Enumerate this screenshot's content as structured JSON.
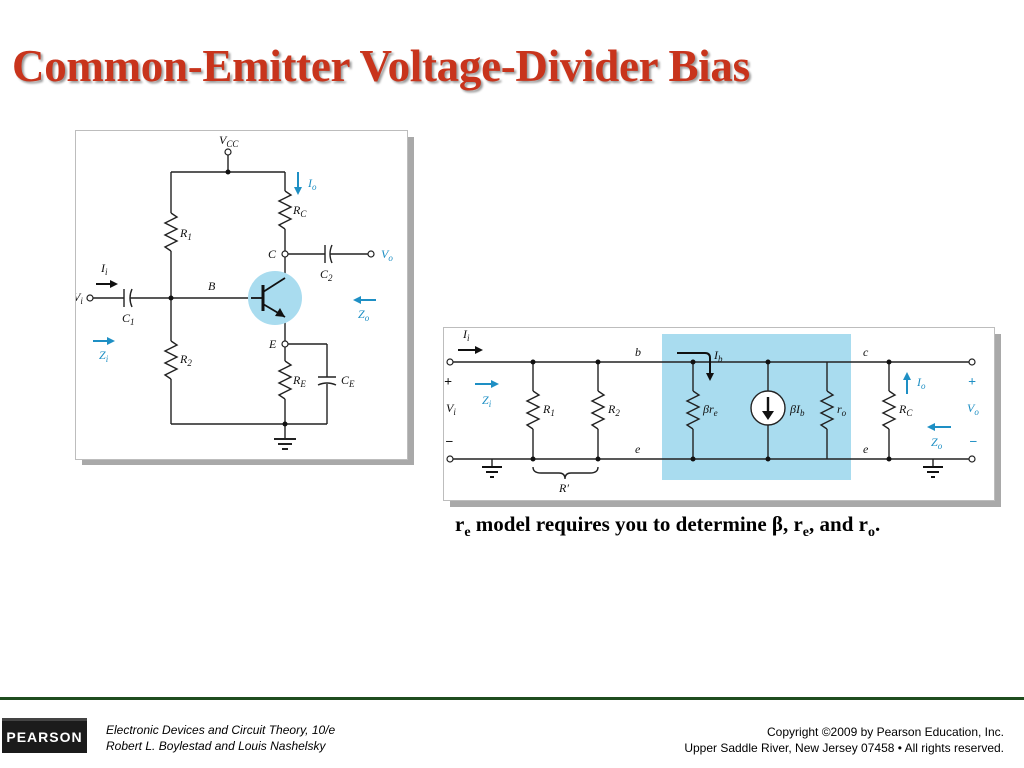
{
  "title": "Common-Emitter Voltage-Divider Bias",
  "caption": {
    "part1": "r",
    "sub1": "e",
    "part2": " model requires you to determine β, r",
    "sub2": "e",
    "part3": ", and r",
    "sub3": "o",
    "part4": "."
  },
  "left_circuit": {
    "vcc": "V",
    "vcc_sub": "CC",
    "io": "I",
    "io_sub": "o",
    "rc": "R",
    "rc_sub": "C",
    "r1": "R",
    "r1_sub": "1",
    "c": "C",
    "vo": "V",
    "vo_sub": "o",
    "c2": "C",
    "c2_sub": "2",
    "ii": "I",
    "ii_sub": "i",
    "b": "B",
    "vi": "V",
    "vi_sub": "i",
    "c1": "C",
    "c1_sub": "1",
    "zo": "Z",
    "zo_sub": "o",
    "zi": "Z",
    "zi_sub": "i",
    "e": "E",
    "r2": "R",
    "r2_sub": "2",
    "re": "R",
    "re_sub": "E",
    "ce": "C",
    "ce_sub": "E"
  },
  "right_circuit": {
    "ii": "I",
    "ii_sub": "i",
    "b": "b",
    "ib": "I",
    "ib_sub": "b",
    "c": "c",
    "plus_left": "+",
    "minus_left": "−",
    "vi": "V",
    "vi_sub": "i",
    "zi": "Z",
    "zi_sub": "i",
    "r1": "R",
    "r1_sub": "1",
    "r2": "R",
    "r2_sub": "2",
    "bre": "βr",
    "bre_sub": "e",
    "bib": "βI",
    "bib_sub": "b",
    "ro": "r",
    "ro_sub": "o",
    "e1": "e",
    "e2": "e",
    "rc": "R",
    "rc_sub": "C",
    "io": "I",
    "io_sub": "o",
    "plus_right": "+",
    "minus_right": "−",
    "vo": "V",
    "vo_sub": "o",
    "zo": "Z",
    "zo_sub": "o",
    "rprime": "R′"
  },
  "footer": {
    "logo": "PEARSON",
    "book_line1": "Electronic Devices and Circuit Theory, 10/e",
    "book_line2": "Robert L. Boylestad and Louis Nashelsky",
    "copyright_line1": "Copyright ©2009 by Pearson Education, Inc.",
    "copyright_line2": "Upper Saddle River, New Jersey 07458 • All rights reserved."
  },
  "colors": {
    "title": "#c8341c",
    "highlight": "#a9dcef",
    "accent_blue": "#1e8fc4"
  }
}
